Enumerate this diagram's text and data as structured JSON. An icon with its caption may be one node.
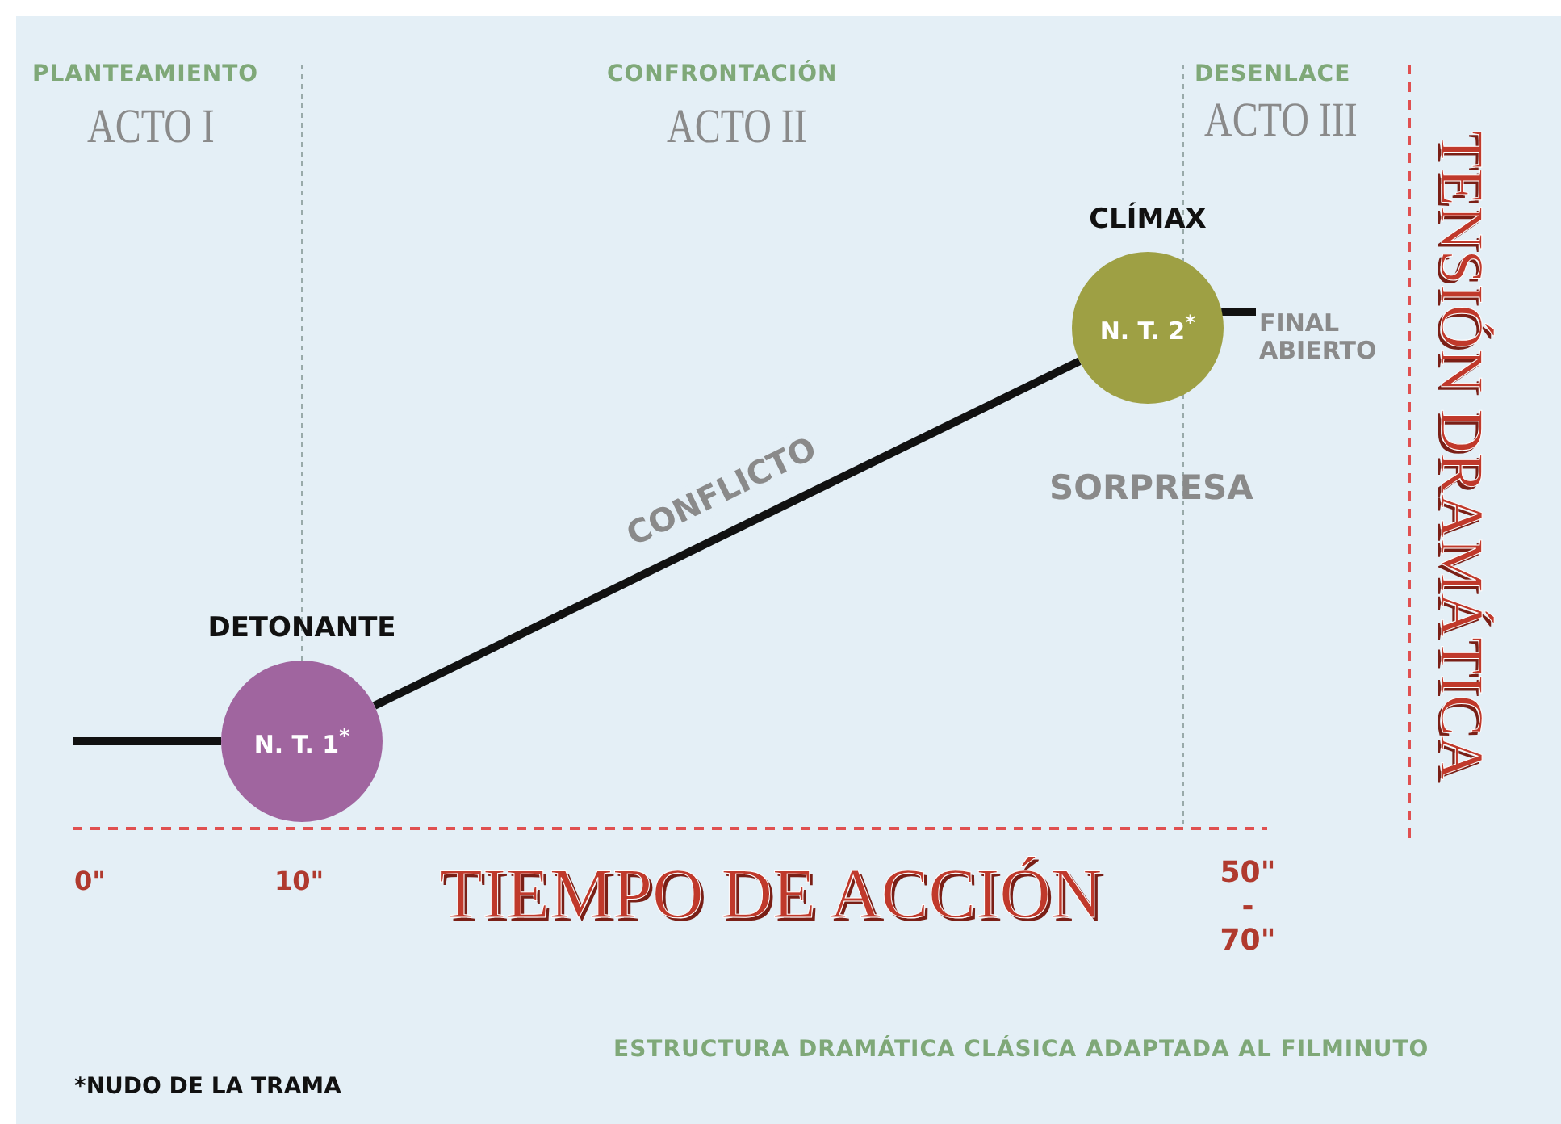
{
  "diagram": {
    "nodes": [
      {
        "text": [
          "N. T. 1$^{*}$"
        ],
        "beside": [
          "DETONANTE"
        ]
      },
      {
        "text": [
          "N. T. 2$^{*}$"
        ],
        "beside": [
          "CLÍMAX"
        ]
      },
      {
        "text": [
          "FINAL ABIERTO"
        ]
      }
    ],
    "edges": [
      {
        "from": null,
        "to": 0,
        "arrow": "none"
      },
      {
        "from": 0,
        "to": 1,
        "arrow": "none",
        "label": "CONFLICTO"
      },
      {
        "from": 1,
        "to": 2,
        "arrow": "none"
      }
    ],
    "labels": [
      "PLANTEAMIENTO",
      "ACTO I",
      "CONFRONTACIÓN",
      "ACTO II",
      "DESENLACE",
      "ACTO III",
      "TENSIÓN DRAMÁTICA",
      "SORPRESA",
      "0\"",
      "10\"",
      "TIEMPO DE ACCIÓN",
      "50\" - 70\"",
      "ESTRUCTURA DRAMÁTICA CLÁSICA ADAPTADA AL FILMINUTO",
      "*NUDO DE LA TRAMA"
    ]
  }
}
